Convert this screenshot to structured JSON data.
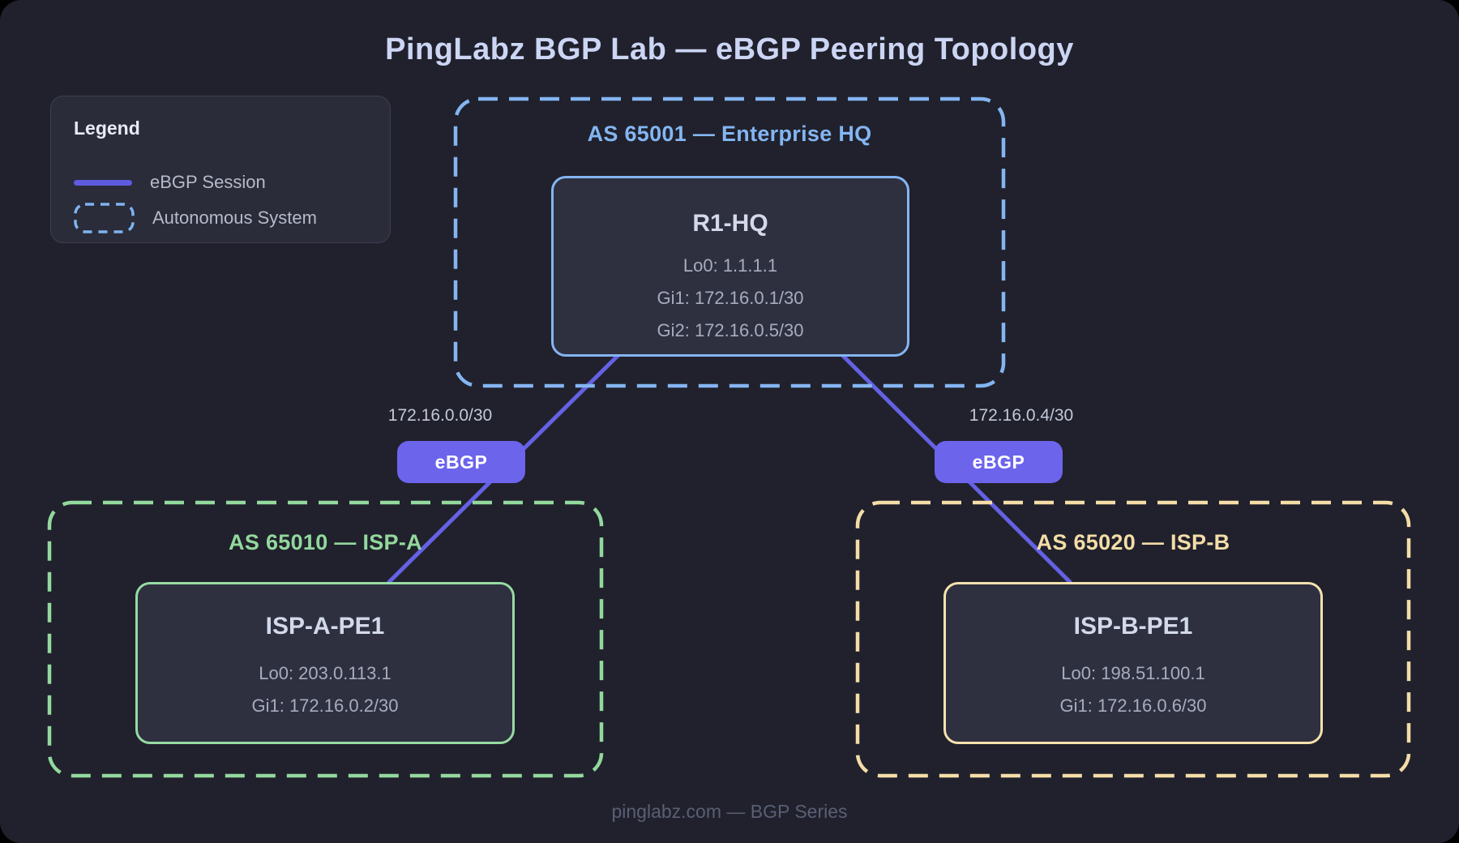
{
  "title": "PingLabz BGP Lab — eBGP Peering Topology",
  "legend": {
    "title": "Legend",
    "items": [
      {
        "swatch": "ebgp-session-line",
        "label": "eBGP Session"
      },
      {
        "swatch": "autonomous-system-dashed-box",
        "label": "Autonomous System"
      }
    ]
  },
  "autonomous_systems": [
    {
      "label": "AS 65001 — Enterprise HQ",
      "accent_color": "#84b5f2",
      "router": {
        "name": "R1-HQ",
        "interfaces": [
          "Lo0: 1.1.1.1",
          "Gi1: 172.16.0.1/30",
          "Gi2: 172.16.0.5/30"
        ]
      }
    },
    {
      "label": "AS 65010 — ISP-A",
      "accent_color": "#93d89d",
      "router": {
        "name": "ISP-A-PE1",
        "interfaces": [
          "Lo0: 203.0.113.1",
          "Gi1: 172.16.0.2/30"
        ]
      }
    },
    {
      "label": "AS 65020 — ISP-B",
      "accent_color": "#f4dda7",
      "router": {
        "name": "ISP-B-PE1",
        "interfaces": [
          "Lo0: 198.51.100.1",
          "Gi1: 172.16.0.6/30"
        ]
      }
    }
  ],
  "links": [
    {
      "badge": "eBGP",
      "subnet": "172.16.0.0/30",
      "color": "#6461e3"
    },
    {
      "badge": "eBGP",
      "subnet": "172.16.0.4/30",
      "color": "#6461e3"
    }
  ],
  "footer": "pinglabz.com — BGP Series",
  "colors": {
    "canvas_background": "#20212c",
    "panel_background": "#2a2c3a",
    "node_background": "#2e3040",
    "ebgp_session": "#6461e3",
    "ebgp_badge": "#6d64ec",
    "as_enterprise": "#84b5f2",
    "as_isp_a": "#93d89d",
    "as_isp_b": "#f4dda7",
    "title_text": "#ccd5f4"
  }
}
